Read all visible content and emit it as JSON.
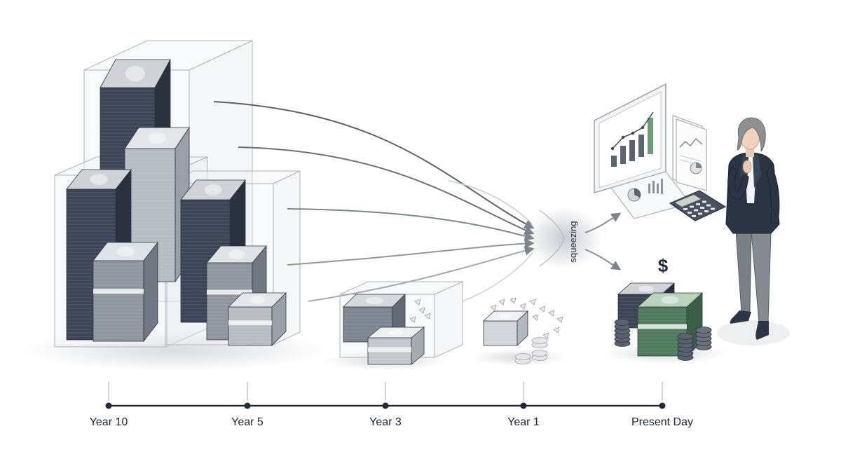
{
  "diagram": {
    "flow_label": "squeezing",
    "currency_symbol": "$",
    "colors": {
      "ink": "#1f2a3a",
      "bill_dark": "#3a4456",
      "bill_mid": "#8e959f",
      "bill_light": "#d6d9dc",
      "money_green": "#4f7a5c",
      "accent_green": "#6b8f71",
      "blazer": "#2b3545",
      "trousers": "#7b7f86"
    },
    "icons": [
      "money-stack-icon",
      "coin-stack-icon",
      "monitor-chart-icon",
      "report-document-icon",
      "calculator-icon",
      "person-icon",
      "flow-arrow-icon"
    ]
  },
  "timeline": {
    "ticks": [
      {
        "label": "Year 10"
      },
      {
        "label": "Year 5"
      },
      {
        "label": "Year 3"
      },
      {
        "label": "Year 1"
      },
      {
        "label": "Present Day"
      }
    ]
  }
}
